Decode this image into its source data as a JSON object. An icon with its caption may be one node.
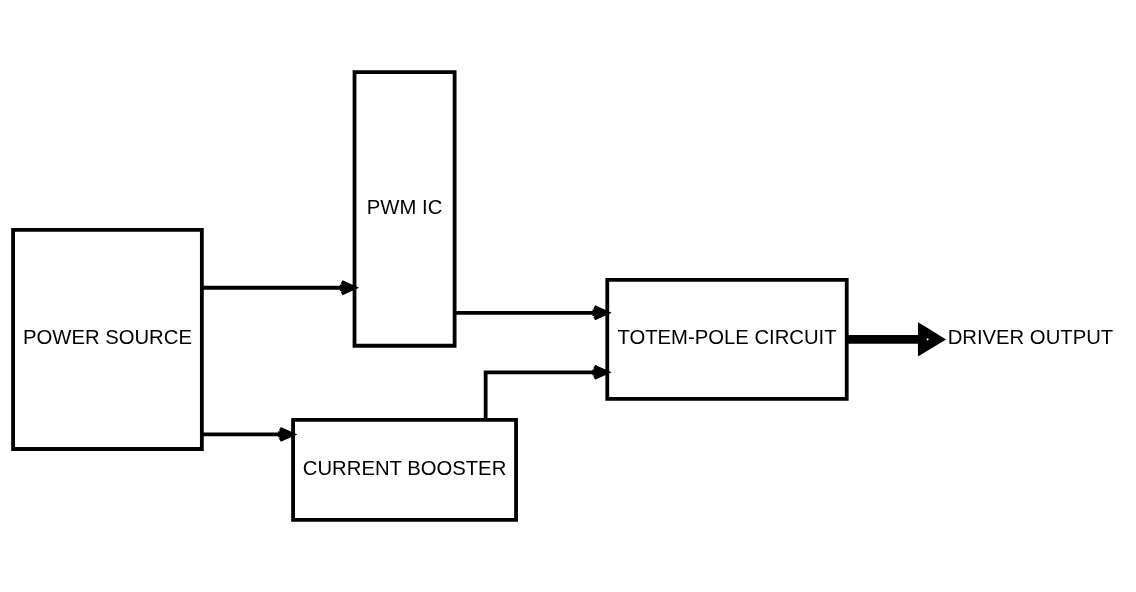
{
  "diagram": {
    "nodes": [
      {
        "text": [
          "POWER SOURCE"
        ]
      },
      {
        "text": [
          "PWM IC"
        ]
      },
      {
        "text": [
          "CURRENT BOOSTER"
        ]
      },
      {
        "text": [
          "TOTEM-POLE CIRCUIT"
        ]
      },
      {
        "text": [
          "DRIVER OUTPUT"
        ]
      }
    ],
    "edges": [
      {
        "from": 0,
        "to": 2,
        "arrow": "to"
      },
      {
        "from": 0,
        "to": 1,
        "arrow": "to"
      },
      {
        "from": 1,
        "to": 3,
        "arrow": "to"
      },
      {
        "from": 2,
        "to": 3,
        "arrow": "to"
      },
      {
        "from": 3,
        "to": 4,
        "arrow": "to",
        "style": "thick"
      }
    ]
  }
}
